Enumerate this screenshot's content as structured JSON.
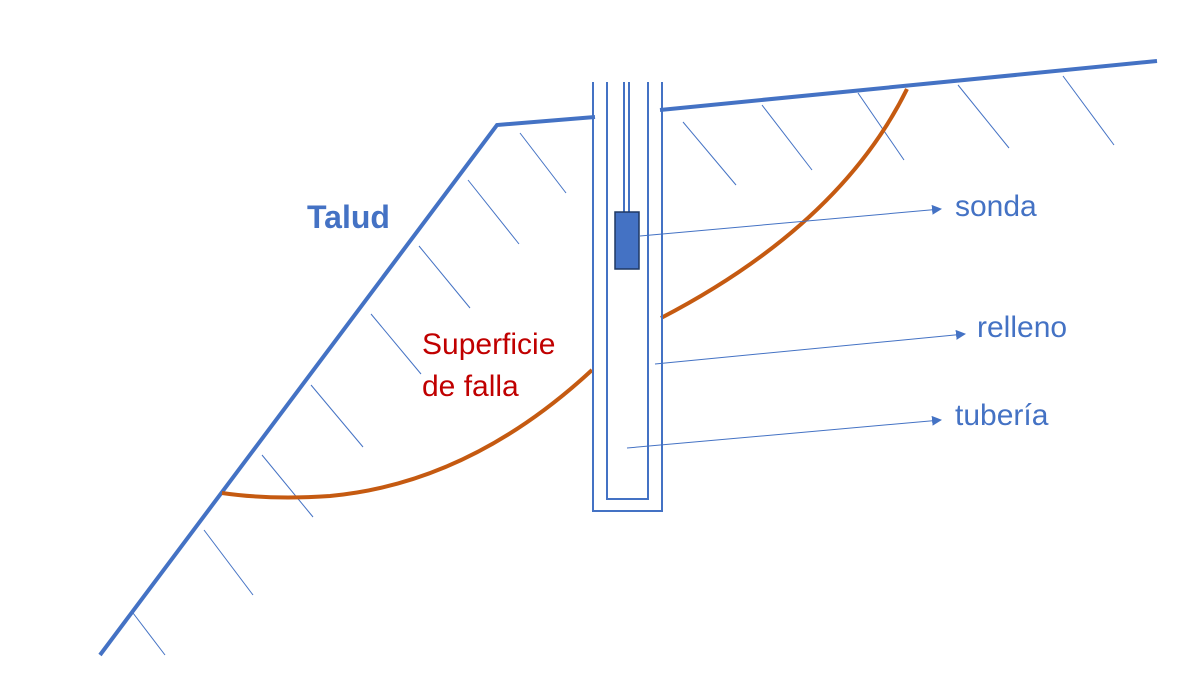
{
  "colors": {
    "slope": "#4472c4",
    "hatch": "#4472c4",
    "failure_surface": "#c55a11",
    "probe_fill": "#4472c4",
    "probe_stroke": "#1f3864",
    "label_blue": "#4472c4",
    "label_red": "#c00000",
    "background": "#ffffff"
  },
  "labels": {
    "slope": "Talud",
    "failure_surface_line1": "Superficie",
    "failure_surface_line2": "de falla",
    "probe": "sonda",
    "fill": "relleno",
    "pipe": "tubería"
  }
}
